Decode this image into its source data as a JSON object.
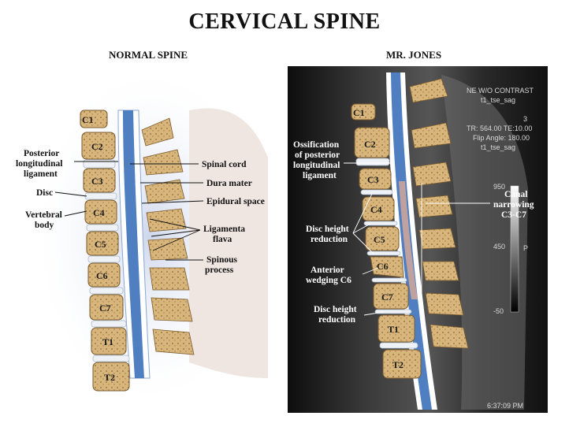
{
  "title": "CERVICAL SPINE",
  "left_panel": {
    "heading": "NORMAL SPINE",
    "labels_left": [
      "Posterior",
      "longitudinal",
      "ligament",
      "Disc",
      "Vertebral",
      "body"
    ],
    "labels_right": [
      "Spinal cord",
      "Dura mater",
      "Epidural space",
      "Ligamenta",
      "flava",
      "Spinous",
      "process"
    ],
    "vertebrae": [
      "C1",
      "C2",
      "C3",
      "C4",
      "C5",
      "C6",
      "C7",
      "T1",
      "T2"
    ]
  },
  "right_panel": {
    "heading": "MR. JONES",
    "labels": [
      "Ossification",
      "of posterior",
      "longitudinal",
      "ligament",
      "Disc height",
      "reduction",
      "Anterior",
      "wedging C6",
      "Disc height",
      "reduction",
      "Canal",
      "narrowing",
      "C3-C7"
    ],
    "vertebrae": [
      "C1",
      "C2",
      "C3",
      "C4",
      "C5",
      "C6",
      "C7",
      "T1",
      "T2"
    ],
    "mri_overlay": {
      "lines": [
        "NE W/O CONTRAST",
        "t1_tse_sag",
        "3",
        "TR: 564.00 TE:10.00",
        "Flip Angle: 180.00",
        "t1_tse_sag"
      ],
      "scale": [
        "950",
        "450",
        "P",
        "-50"
      ],
      "timestamp": "6:37:09 PM"
    }
  },
  "colors": {
    "cord": "#4f7fc1",
    "bone": "#d8b57a",
    "disc": "#eef2f7",
    "mri_bg": "#1a1a1a"
  }
}
